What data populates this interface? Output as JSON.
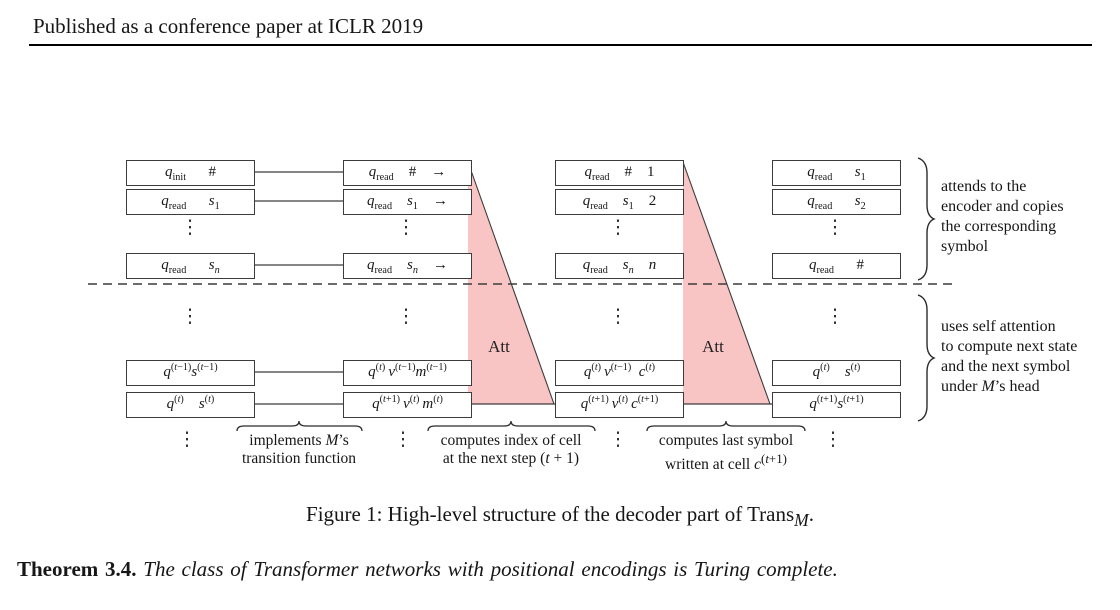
{
  "page": {
    "header": "Published as a conference paper at ICLR 2019",
    "figure_caption_html": "Figure 1: High-level structure of the decoder part of Trans<sub><i>M</i></sub>.",
    "theorem_label": "Theorem 3.4.",
    "theorem_body": "The class of Transformer networks with positional encodings is Turing complete."
  },
  "diagram": {
    "vdots": "⋮",
    "att_label": "Att",
    "colors": {
      "triangle_fill": "#f9c4c4",
      "line": "#3c3c3c"
    },
    "boxes": {
      "c1r1": "<i>q</i><sub>init</sub>&emsp;&ensp;#",
      "c1r2": "<i>q</i><sub>read</sub>&emsp;&ensp;<i>s</i><sub>1</sub>",
      "c1r3": "<i>q</i><sub>read</sub>&emsp;&ensp;<i>s</i><sub><i>n</i></sub>",
      "c2r1": "<i>q</i><sub>read</sub>&emsp;#&emsp;→",
      "c2r2": "<i>q</i><sub>read</sub>&emsp;<i>s</i><sub>1</sub>&emsp;→",
      "c2r3": "<i>q</i><sub>read</sub>&emsp;<i>s</i><sub><i>n</i></sub>&emsp;→",
      "c3r1": "<i>q</i><sub>read</sub>&emsp;#&emsp;1",
      "c3r2": "<i>q</i><sub>read</sub>&emsp;<i>s</i><sub>1</sub>&emsp;2",
      "c3r3": "<i>q</i><sub>read</sub>&emsp;<i>s</i><sub><i>n</i></sub>&emsp;<i>n</i>",
      "c4r1": "<i>q</i><sub>read</sub>&emsp;&ensp;<i>s</i><sub>1</sub>",
      "c4r2": "<i>q</i><sub>read</sub>&emsp;&ensp;<i>s</i><sub>2</sub>",
      "c4r3": "<i>q</i><sub>read</sub>&emsp;&ensp;#",
      "c1r4": "<i>q</i><sup>(<i>t</i>−1)</sup><i>s</i><sup>(<i>t</i>−1)</sup>",
      "c1r5": "<i>q</i><sup>(<i>t</i>)</sup>&emsp;<i>s</i><sup>(<i>t</i>)</sup>",
      "c2r4": "<i>q</i><sup>(<i>t</i>)</sup>&thinsp;<i>v</i><sup>(<i>t</i>−1)</sup><i>m</i><sup>(<i>t</i>−1)</sup>",
      "c2r5": "<i>q</i><sup>(<i>t</i>+1)</sup>&thinsp;<i>v</i><sup>(<i>t</i>)</sup>&thinsp;<i>m</i><sup>(<i>t</i>)</sup>",
      "c3r4": "<i>q</i><sup>(<i>t</i>)</sup>&thinsp;<i>v</i><sup>(<i>t</i>−1)</sup>&ensp;<i>c</i><sup>(<i>t</i>)</sup>",
      "c3r5": "<i>q</i><sup>(<i>t</i>+1)</sup>&thinsp;<i>v</i><sup>(<i>t</i>)</sup>&thinsp;<i>c</i><sup>(<i>t</i>+1)</sup>",
      "c4r4": "<i>q</i><sup>(<i>t</i>)</sup>&emsp;<i>s</i><sup>(<i>t</i>)</sup>",
      "c4r5": "<i>q</i><sup>(<i>t</i>+1)</sup><i>s</i><sup>(<i>t</i>+1)</sup>"
    },
    "underbraces": [
      {
        "line1": "implements <i>M</i>’s",
        "line2": "transition function"
      },
      {
        "line1": "computes index of cell",
        "line2": "at the next step (<i>t</i> + 1)"
      },
      {
        "line1": "computes last symbol",
        "line2": "written at cell <i>c</i><sup>(<i>t</i>+1)</sup>"
      }
    ],
    "annotations": {
      "top": [
        "attends to the",
        "encoder and copies",
        "the corresponding",
        "symbol"
      ],
      "bottom": [
        "uses self attention",
        "to compute next state",
        "and the next symbol",
        "under <i>M</i>’s head"
      ]
    }
  }
}
